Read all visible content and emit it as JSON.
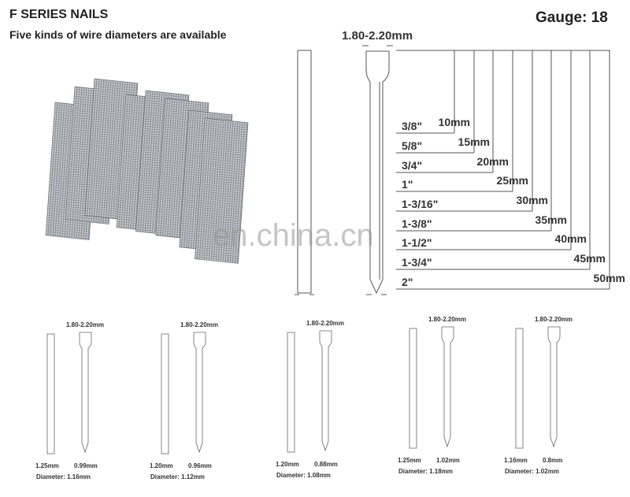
{
  "header": {
    "title": "F SERIES NAILS",
    "subtitle": "Five kinds of wire diameters are available",
    "gauge": "Gauge: 18"
  },
  "main_diagram": {
    "head_width": "1.80-2.20mm",
    "sizes": [
      {
        "inch": "3/8\"",
        "mm": "10mm"
      },
      {
        "inch": "5/8\"",
        "mm": "15mm"
      },
      {
        "inch": "3/4\"",
        "mm": "20mm"
      },
      {
        "inch": "1\"",
        "mm": "25mm"
      },
      {
        "inch": "1-3/16\"",
        "mm": "30mm"
      },
      {
        "inch": "1-3/8\"",
        "mm": "35mm"
      },
      {
        "inch": "1-1/2\"",
        "mm": "40mm"
      },
      {
        "inch": "1-3/4\"",
        "mm": "45mm"
      },
      {
        "inch": "2\"",
        "mm": "50mm"
      }
    ]
  },
  "variants": [
    {
      "head": "1.80-2.20mm",
      "width": "1.25mm",
      "thickness": "0.99mm",
      "diameter": "Diameter: 1.16mm"
    },
    {
      "head": "1.80-2.20mm",
      "width": "1.20mm",
      "thickness": "0.96mm",
      "diameter": "Diameter: 1.12mm"
    },
    {
      "head": "1.80-2.20mm",
      "width": "1.20mm",
      "thickness": "0.88mm",
      "diameter": "Diameter: 1.08mm"
    },
    {
      "head": "1.80-2.20mm",
      "width": "1.25mm",
      "thickness": "1.02mm",
      "diameter": "Diameter: 1.18mm"
    },
    {
      "head": "1.80-2.20mm",
      "width": "1.16mm",
      "thickness": "0.8mm",
      "diameter": "Diameter: 1.02mm"
    }
  ],
  "watermark": "en.china.cn"
}
